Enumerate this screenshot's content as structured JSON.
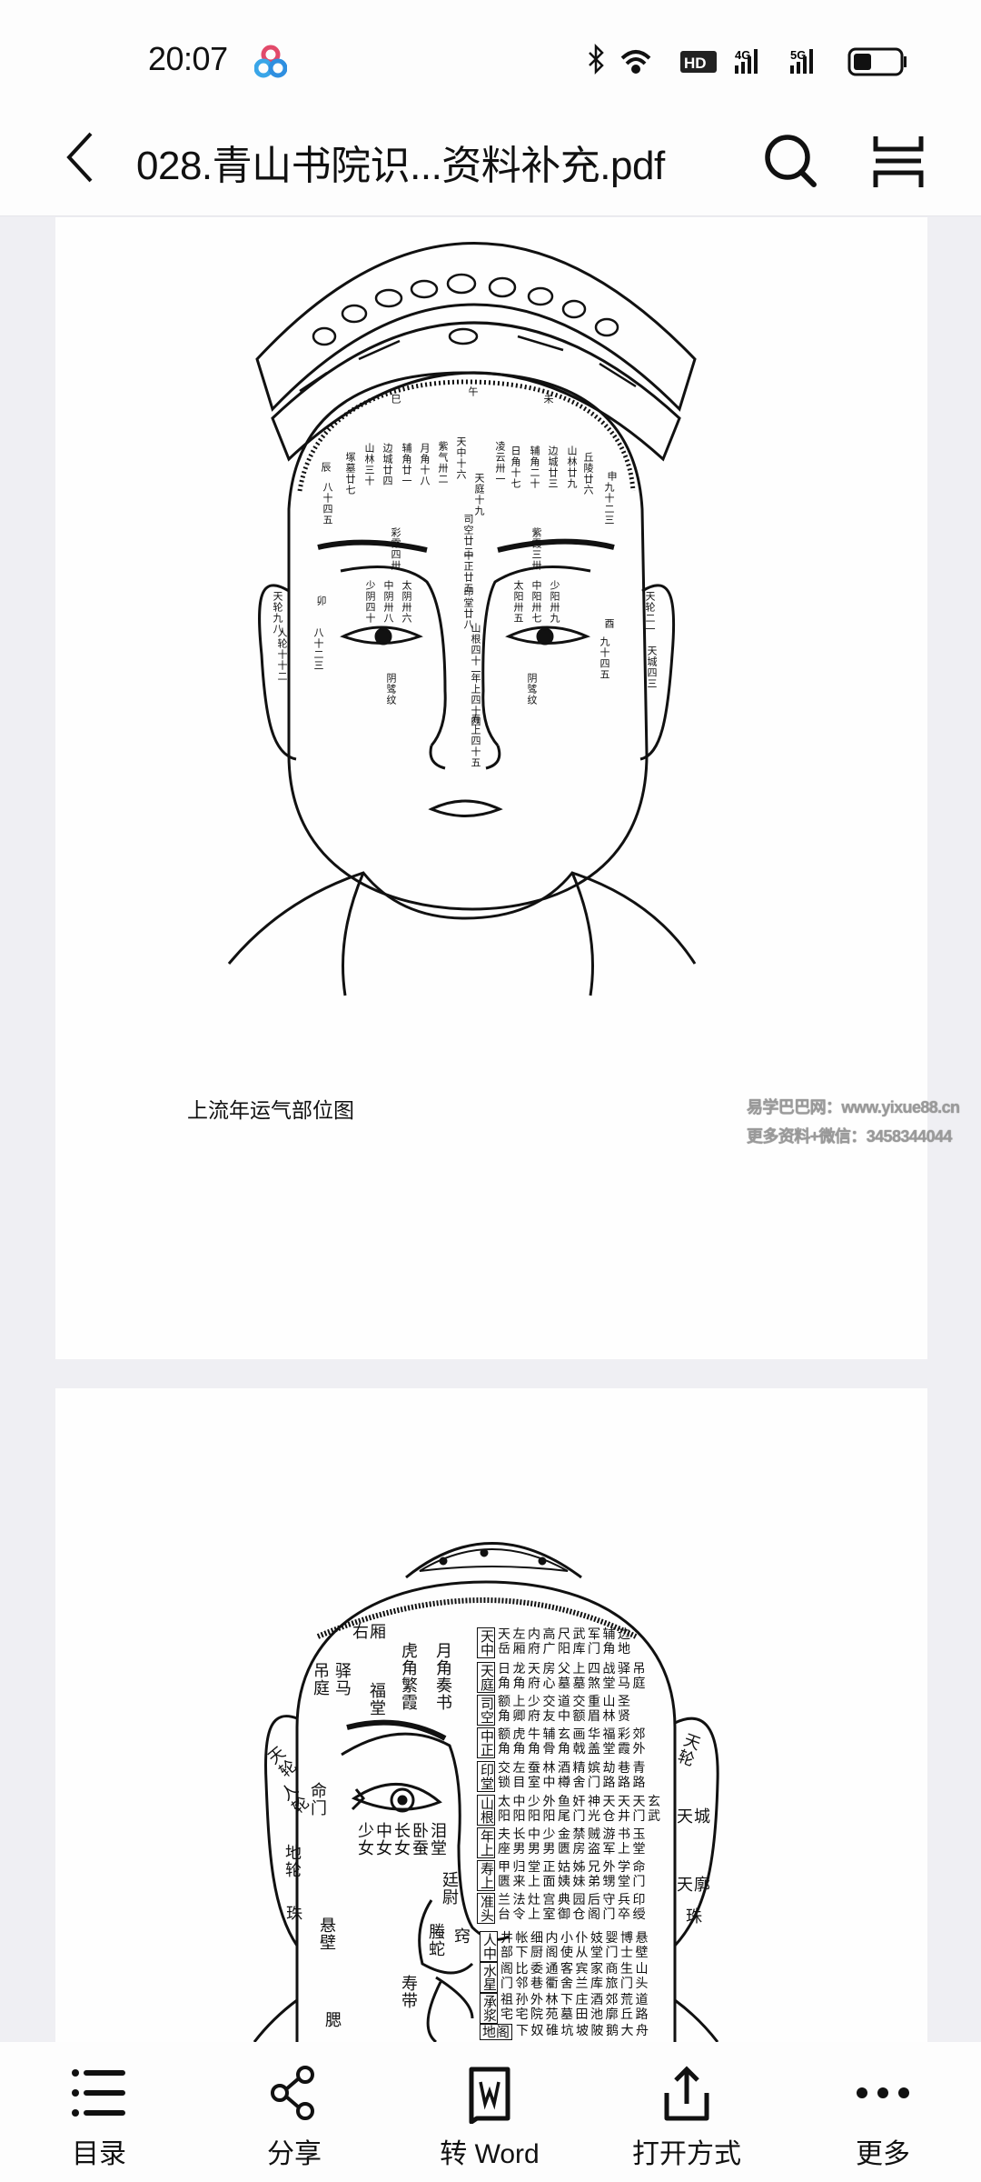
{
  "status_bar": {
    "time": "20:07",
    "icons": [
      "baidu-netdisk-icon",
      "bluetooth-icon",
      "wifi-icon",
      "hd-volte-icon",
      "4g-signal-icon",
      "5g-signal-icon",
      "battery-icon"
    ],
    "hd_label": "HD",
    "net1": "4G",
    "net2": "5G",
    "battery_level": 0.4
  },
  "header": {
    "title": "028.青山书院识...资料补充.pdf",
    "back_icon": "chevron-left-icon",
    "search_icon": "search-icon",
    "menu_icon": "reading-mode-icon"
  },
  "page1": {
    "caption": "上流年运气部位图",
    "watermark_line1": "易学巴巴网：www.yixue88.cn",
    "watermark_line2": "更多资料+微信：3458344044",
    "labels": [
      "天中十六",
      "天庭十九",
      "司空廿二",
      "中正廿五",
      "印堂廿八",
      "山根四十一",
      "年上四十四",
      "寿上四十五",
      "紫气卅二",
      "凌云卅一",
      "月角十八",
      "辅角廿一",
      "边城廿四",
      "山林三十",
      "塚墓廿七",
      "日角十七",
      "辅角二十",
      "边城廿三",
      "山林廿九",
      "丘陵廿六",
      "彩霞四卅",
      "紫霞三卅",
      "少阴四十",
      "中阴卅八",
      "太阴卅六",
      "太阳卅五",
      "中阳卅七",
      "少阳卅九",
      "阴骘纹",
      "阴骘纹",
      "天轮九八",
      "天轮二一",
      "人轮十十二",
      "天城四三",
      "八十四五",
      "九十二三",
      "八十二三",
      "九十四五",
      "巳",
      "午",
      "未",
      "辰",
      "申",
      "卯",
      "酉"
    ]
  },
  "page2": {
    "side_labels": [
      "右厢",
      "虎角繁霞",
      "月角奏书",
      "福堂",
      "吊庭",
      "驿马",
      "命门",
      "少女",
      "中女",
      "长女",
      "卧蚕",
      "泪堂",
      "廷尉",
      "螣蛇",
      "窍",
      "寿带",
      "悬壁",
      "腮",
      "天轮",
      "人轮",
      "地轮",
      "珠",
      "天轮",
      "天城",
      "天廓",
      "珠"
    ],
    "table": [
      {
        "key": "天中",
        "top": "天左内高尺武军辅边",
        "bottom": "岳厢府广阳库门角地"
      },
      {
        "key": "天庭",
        "top": "日龙天房父上四战驿吊",
        "bottom": "角角府心墓墓煞堂马庭"
      },
      {
        "key": "司空",
        "top": "额上少交道交重山圣",
        "bottom": "角卿府友中额眉林贤"
      },
      {
        "key": "中正",
        "top": "额虎牛辅玄画华福彩郊",
        "bottom": "角角角骨角戟盖堂霞外"
      },
      {
        "key": "印堂",
        "top": "交左蚕林酒精嫔劫巷青",
        "bottom": "锁目室中樽舍门路路路"
      },
      {
        "key": "山根",
        "top": "太中少外鱼奸神天天天玄",
        "bottom": "阳阳阳阳尾门光仓井门武"
      },
      {
        "key": "年上",
        "top": "夫长中少金禁贼游书玉",
        "bottom": "座男男男匮房盗军上堂"
      },
      {
        "key": "寿上",
        "top": "甲归堂正姑姊兄外学命",
        "bottom": "匮来上面姨妹弟甥堂门"
      },
      {
        "key": "准头",
        "top": "兰法灶宫典园后守兵印",
        "bottom": "台令上室御仓阁门卒绶"
      },
      {
        "key": "人中",
        "top": "井帐细内小仆妓婴博悬",
        "bottom": "部下厨阁使从堂门士壁"
      },
      {
        "key": "水星",
        "top": "阁比委通客宾家商生山",
        "bottom": "门邻巷衢舍兰库旅门头"
      },
      {
        "key": "承浆",
        "top": "祖孙外林下庄酒郊荒道",
        "bottom": "宅宅院苑墓田池廓丘路"
      },
      {
        "key": "地阁",
        "top": "下奴碓坑坡陂鹅大舟",
        "bottom": ""
      }
    ]
  },
  "bottom_bar": {
    "items": [
      {
        "label": "目录",
        "icon": "list-icon"
      },
      {
        "label": "分享",
        "icon": "share-icon"
      },
      {
        "label": "转 Word",
        "icon": "word-convert-icon"
      },
      {
        "label": "打开方式",
        "icon": "open-with-icon"
      },
      {
        "label": "更多",
        "icon": "more-icon"
      }
    ]
  }
}
